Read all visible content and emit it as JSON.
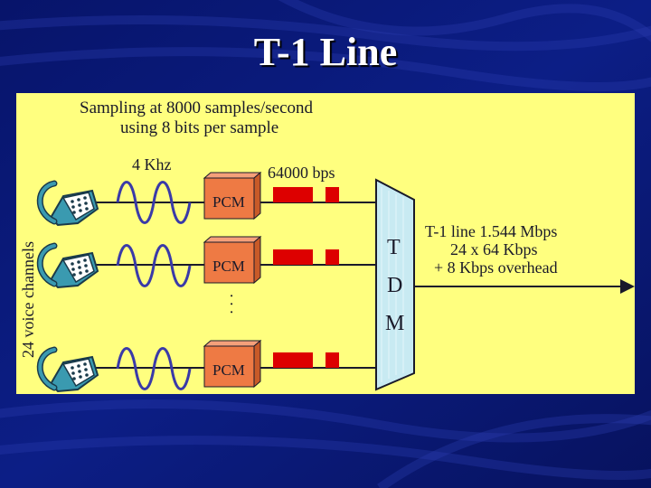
{
  "slide": {
    "title": "T-1 Line"
  },
  "diagram": {
    "heading_line1": "Sampling at 8000 samples/second",
    "heading_line2": "using 8 bits per sample",
    "frequency_label": "4 Khz",
    "rate_label": "64000 bps",
    "channels_label": "24 voice channels",
    "pcm_label": "PCM",
    "tdm_letters": [
      "T",
      "D",
      "M"
    ],
    "ellipsis": ". . .",
    "output_line1": "T-1 line 1.544 Mbps",
    "output_line2": "24 x 64 Kbps",
    "output_line3": "+ 8 Kbps overhead"
  },
  "colors": {
    "background": "#0a1a7a",
    "panel": "#ffff7f",
    "pcm_box": "#ee7a44",
    "pulse": "#dd0000",
    "wave": "#3a3aa8",
    "tdm": "#c8eaf2",
    "phone": "#3a9ab0"
  },
  "icons": [
    "telephone-icon",
    "sine-wave-icon",
    "arrow-right-icon"
  ]
}
